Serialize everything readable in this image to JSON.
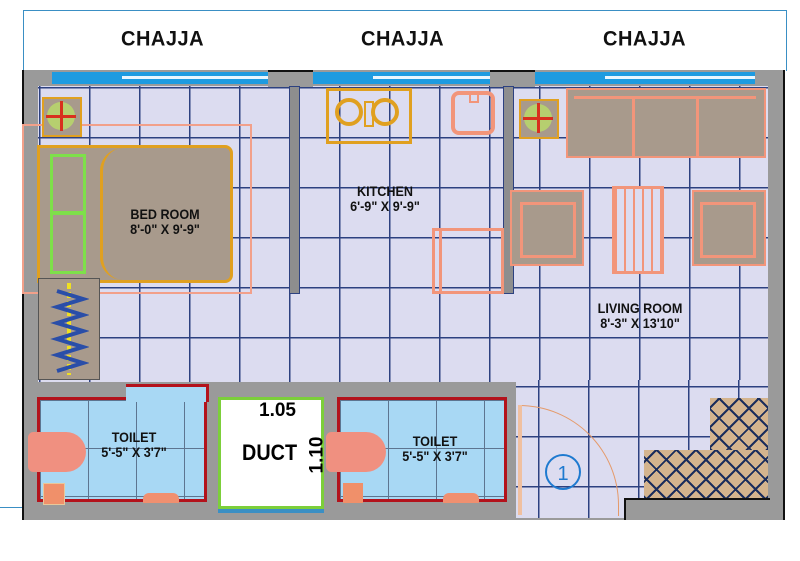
{
  "plan": {
    "chajja_labels": [
      "CHAJJA",
      "CHAJJA",
      "CHAJJA"
    ],
    "rooms": {
      "bedroom": {
        "name": "BED ROOM",
        "dims": "8'-0\" X 9'-9\""
      },
      "kitchen": {
        "name": "KITCHEN",
        "dims": "6'-9\" X 9'-9\""
      },
      "living": {
        "name": "LIVING ROOM",
        "dims": "8'-3\" X 13'10\""
      },
      "toilet_left": {
        "name": "TOILET",
        "dims": "5'-5\" X 3'7\""
      },
      "toilet_right": {
        "name": "TOILET",
        "dims": "5'-5\" X 3'7\""
      },
      "duct": {
        "name": "DUCT",
        "width": "1.05",
        "depth": "1.10"
      }
    },
    "entrance_marker": "1",
    "icons": [
      "plant-icon",
      "bed-icon",
      "wardrobe-icon",
      "stove-icon",
      "sink-icon",
      "sofa-icon",
      "armchair-icon",
      "coffee-table-icon",
      "toilet-icon",
      "door-swing-icon",
      "entrance-marker-icon",
      "stair-hatch-icon"
    ]
  },
  "colors": {
    "wall": "#9a9a9a",
    "floor": "#dcdcf0",
    "grid": "#2d4180",
    "window": "#1e9be0",
    "furniture": "#a89a8c",
    "furniture_outline": "#f2957a",
    "toilet_floor": "#a8d8f4",
    "toilet_border": "#b3121b",
    "duct_border": "#7ccf3a",
    "marker": "#1e7ad0"
  }
}
